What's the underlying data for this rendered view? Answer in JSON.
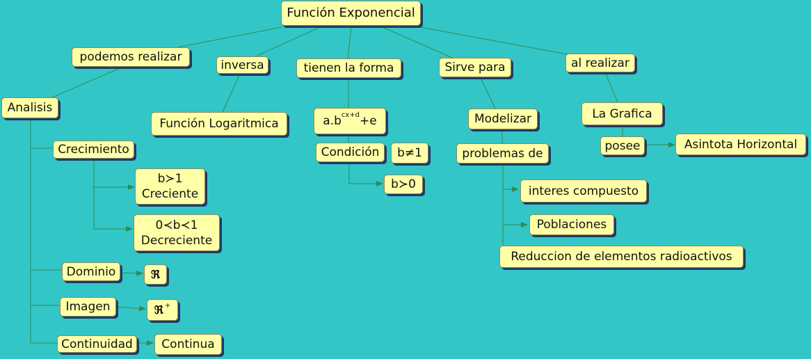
{
  "map": {
    "root": "Función Exponencial",
    "l_podemos": "podemos realizar",
    "l_inversa": "inversa",
    "l_tienen": "tienen la forma",
    "l_sirve": "Sirve para",
    "l_alrealizar": "al realizar",
    "analisis": "Analisis",
    "func_log": "Función Logaritmica",
    "forma_base": "a.b",
    "forma_exp": "cx+d",
    "forma_tail": "+e",
    "condicion": "Condición",
    "b_neq_1": "b≠1",
    "b_gt_0": "b≻0",
    "modelizar": "Modelizar",
    "problemas": "problemas de",
    "interes": "interes compuesto",
    "poblaciones": "Poblaciones",
    "reduccion": "Reduccion de elementos radioactivos",
    "grafica": "La Grafica",
    "posee": "posee",
    "asintota": "Asintota Horizontal",
    "crecimiento": "Crecimiento",
    "creciente_cond": "b≻1",
    "creciente": "Creciente",
    "decreciente_cond": "0≺b≺1",
    "decreciente": "Decreciente",
    "dominio": "Dominio",
    "dominio_val": "ℜ",
    "imagen": "Imagen",
    "imagen_val": "ℜ",
    "imagen_sup": "+",
    "continuidad": "Continuidad",
    "continua": "Continua"
  },
  "colors": {
    "background": "#33c6c6",
    "node_fill": "#ffffa8",
    "node_shadow": "#1f3a66",
    "line": "#2e8b57"
  }
}
